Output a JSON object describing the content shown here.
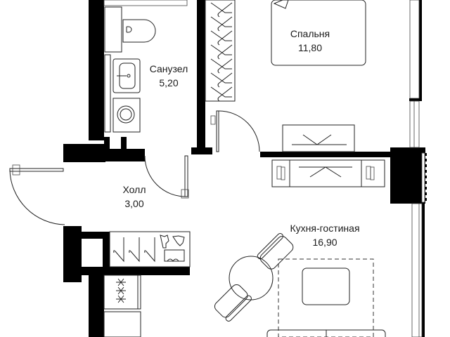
{
  "plan": {
    "rooms": [
      {
        "id": "bathroom",
        "name": "Санузел",
        "area": "5,20"
      },
      {
        "id": "bedroom",
        "name": "Спальня",
        "area": "11,80"
      },
      {
        "id": "hall",
        "name": "Холл",
        "area": "3,00"
      },
      {
        "id": "kitchen-living",
        "name": "Кухня-гостиная",
        "area": "16,90"
      }
    ],
    "colors": {
      "wall": "#000000",
      "line": "#222222",
      "background": "#ffffff"
    }
  }
}
